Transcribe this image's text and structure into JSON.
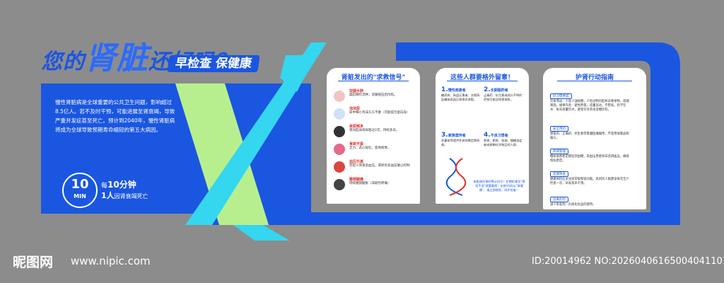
{
  "title": {
    "prefix": "您的",
    "highlight": "肾脏",
    "suffix": "还好吗？",
    "subtitle": "早检查 保健康"
  },
  "intro_text": "慢性肾脏病是全球重要的公共卫生问题，影响超过8.5亿人。若不及时干预，可能进展至肾衰竭，导致严重并发症甚至死亡。预计到2040年，慢性肾脏病将成为全球导致预期寿命缩短的第五大病因。",
  "stat": {
    "circle_num": "10",
    "circle_unit": "MIN",
    "line1_pre": "每",
    "line1_bold": "10分钟",
    "line2_bold": "1人",
    "line2_post": "因肾衰竭死亡"
  },
  "panel1": {
    "title": "肾脏发出的\"求救信号\"",
    "rows": [
      {
        "label": "双腿水肿",
        "text": "晨起眼睑浮肿，双腿按压后凹陷。"
      },
      {
        "label": "泡沫尿",
        "text": "尿中细小泡沫久久不散（可能提示蛋白尿）"
      },
      {
        "label": "夜尿频多",
        "text": "夜间起床排尿超过2次，持续多日。"
      },
      {
        "label": "食欲不振",
        "text": "乏力、恶心呕吐，容易疲倦。"
      },
      {
        "label": "血压升高",
        "text": "年轻人突发高血压，或原有高血压难以控制"
      },
      {
        "label": "腰部酸痛",
        "text": "持续腰部酸胀（非剧烈疼痛）"
      }
    ]
  },
  "panel2": {
    "title": "这些人群要格外留意！",
    "cells": [
      {
        "num": "1.",
        "head": "慢性病患者",
        "text": "糖尿病、高血压患者，长期高血糖或高血压易损伤肾脏。"
      },
      {
        "num": "2.",
        "head": "长期服药者",
        "text": "止痛药、抗生素或成分不明的药物可能会损害肾脏。"
      },
      {
        "num": "3.",
        "head": "家族遗传者",
        "text": "多囊肾等遗传性肾病需定期检查。"
      },
      {
        "num": "4.",
        "head": "不良习惯者",
        "text": "熬夜、肥胖、吸烟、嗜糖油盐者或接触化学制品的人群。"
      }
    ],
    "note": "肾脏病伤害的警示信号！定期检查及\"感觉不适\"就要重视！长按/扫码以\"肾健康\"，请立即就医，同步检查！"
  },
  "panel3": {
    "title": "护肾行动指南",
    "items": [
      {
        "tag": "好习惯养成",
        "text": "饮食清淡：少盐少油低糖，少吃动物内脏和辛辣食物，戒烟限酒。规律作息：避免熬夜，适量运动，不憋尿。科学饮水：每天适量饮水，避免饮浓茶或含糖饮料。"
      },
      {
        "tag": "安全用药",
        "text": "感冒药、止痛药、抗生素等需遵医嘱服用，不滥用保健品和偏方。"
      },
      {
        "tag": "疾病管理",
        "text": "糖尿病患者定期监测血糖，高血压患者每日监测血压，确保指标稳定。"
      },
      {
        "tag": "定期筛查",
        "text": "健康体检应关注尿常规和肾功能。高风险人群建议每年至少检查一次，早发现早干预。"
      },
      {
        "tag": "远离危险",
        "text": "减少染发剂、劣质化妆品的使用。"
      }
    ]
  },
  "watermark": {
    "site_cn": "昵图网",
    "site_url": "www.nipic.com",
    "id_line": "ID:20014962 NO:20260406165004041101"
  },
  "colors": {
    "brand_blue": "#1a56e0",
    "cyan": "#34d6f0",
    "green": "#b8ef8e",
    "wall": "#8c8c8c"
  }
}
